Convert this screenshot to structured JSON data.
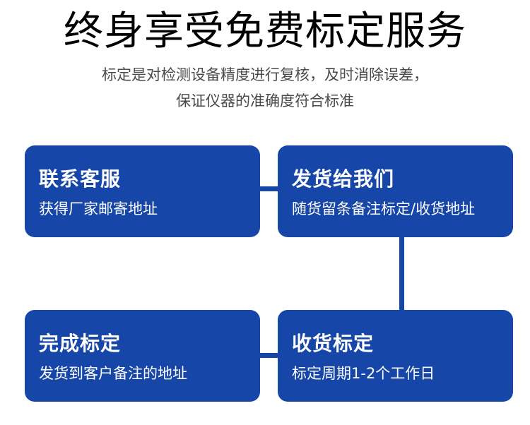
{
  "header": {
    "title": "终身享受免费标定服务",
    "subtitle_line1": "标定是对检测设备精度进行复核，及时消除误差，",
    "subtitle_line2": "保证仪器的准确度符合标准"
  },
  "steps": [
    {
      "title": "联系客服",
      "desc": "获得厂家邮寄地址"
    },
    {
      "title": "发货给我们",
      "desc": "随货留条备注标定/收货地址"
    },
    {
      "title": "完成标定",
      "desc": "发货到客户备注的地址"
    },
    {
      "title": "收货标定",
      "desc": "标定周期1-2个工作日"
    }
  ],
  "colors": {
    "box": "#1646a8",
    "title": "#000000",
    "subtitle": "#4a4a4a"
  }
}
